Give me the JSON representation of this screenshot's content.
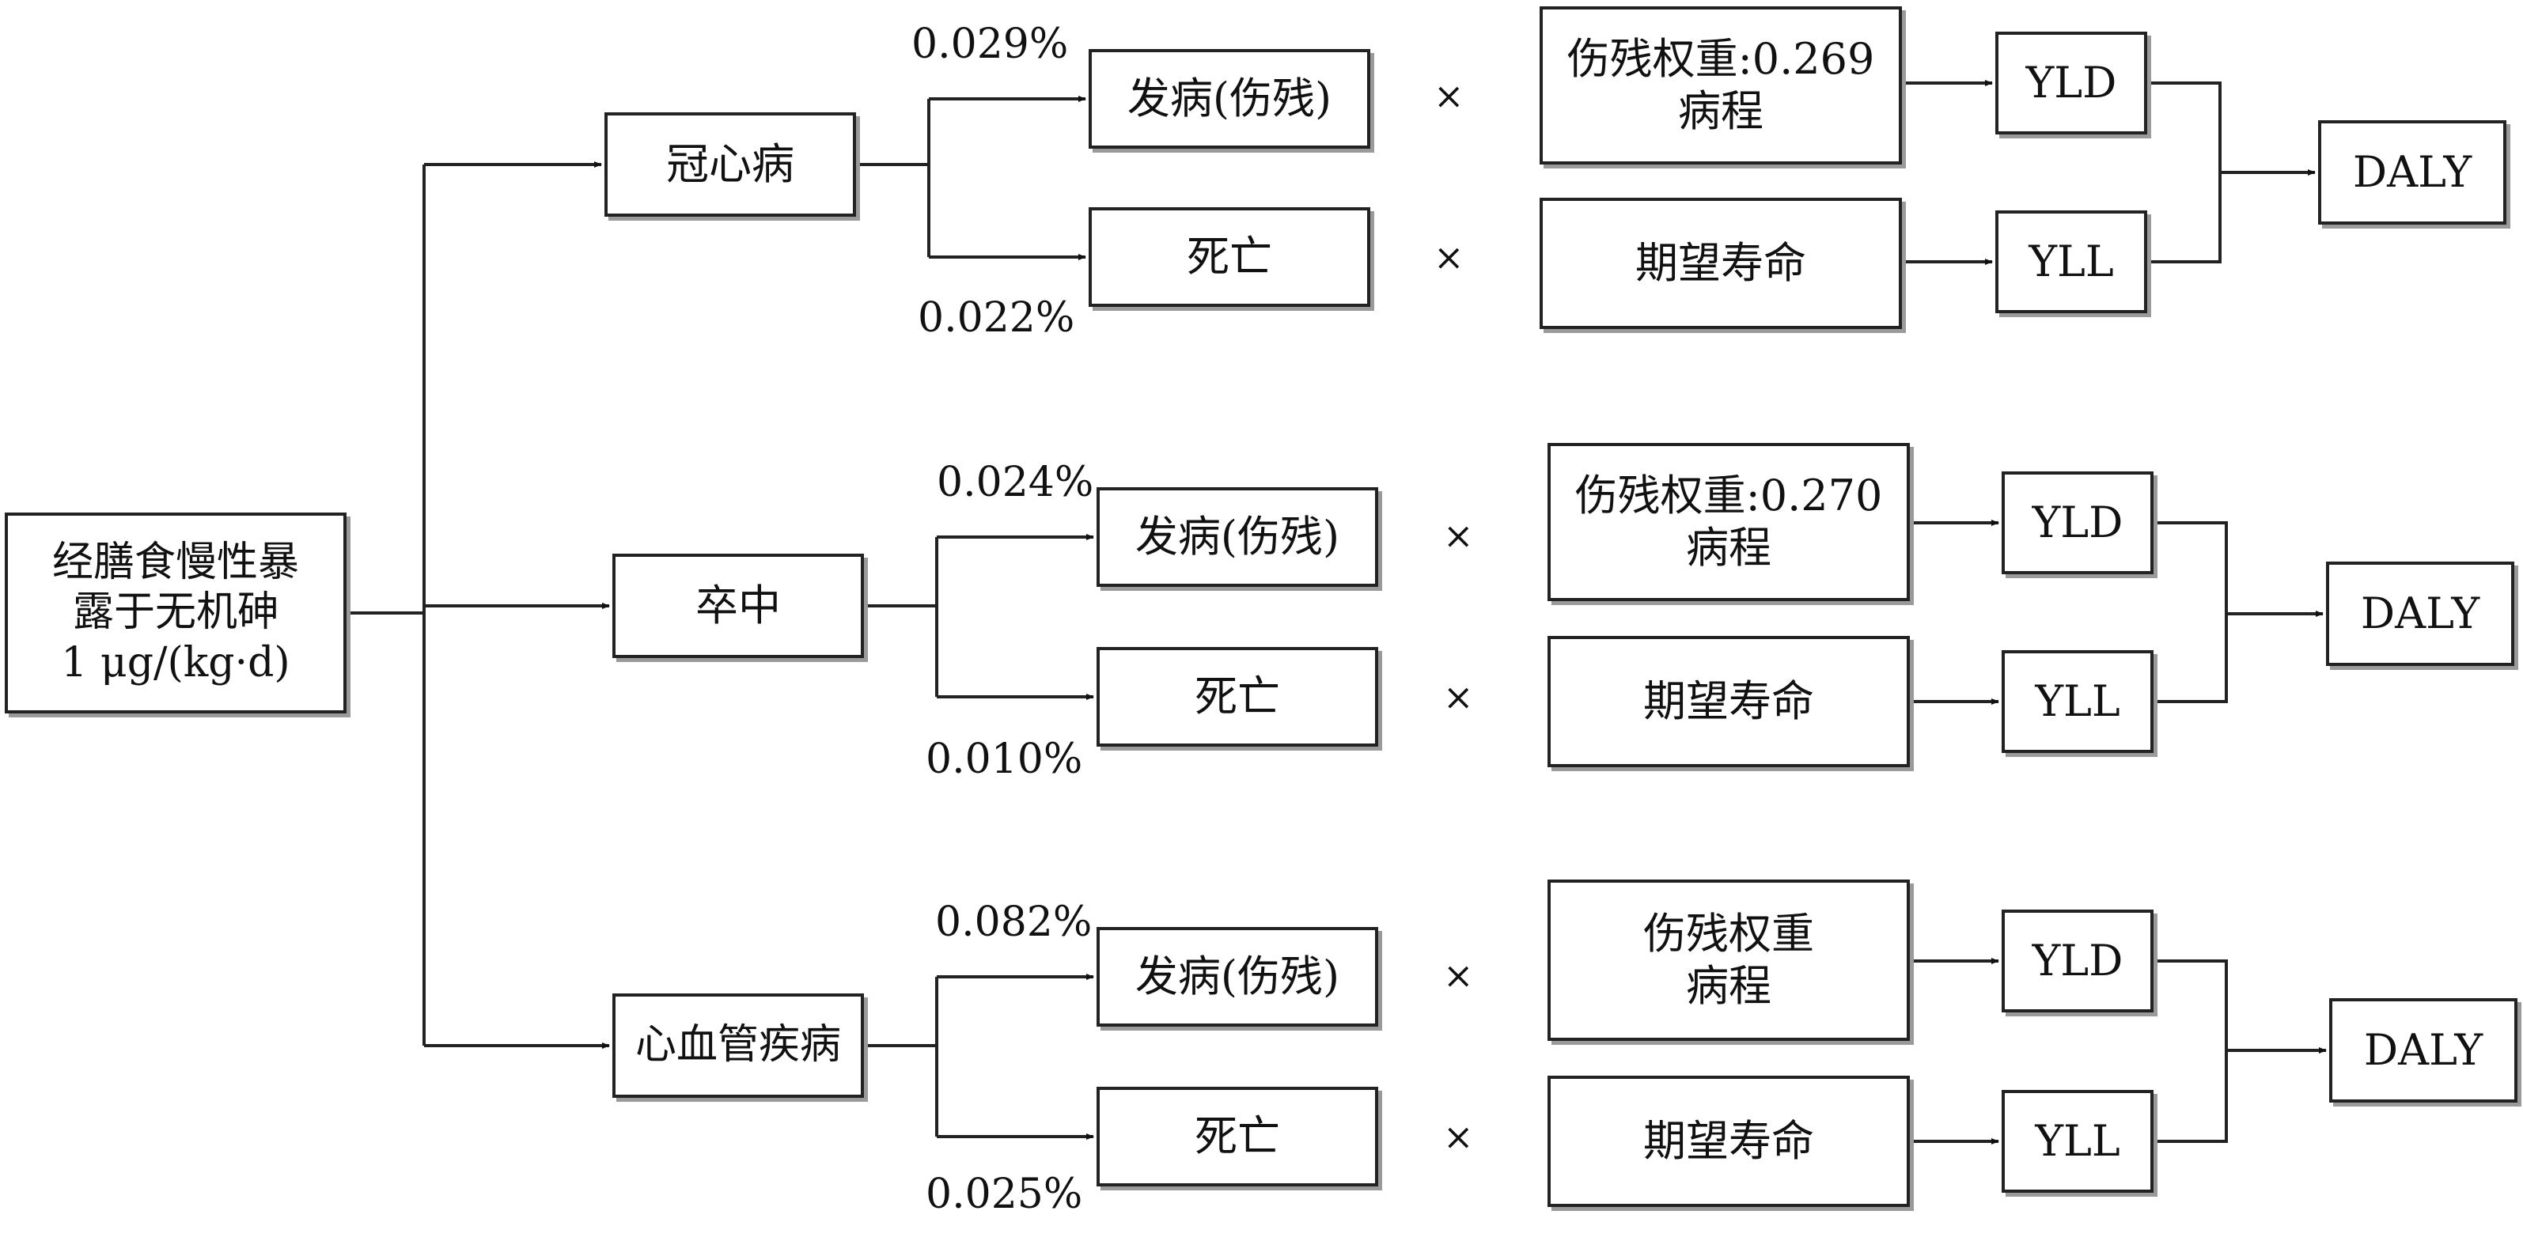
{
  "root": {
    "line1": "经膳食慢性暴",
    "line2": "露于无机砷",
    "line3": "1 μg/(kg·d)"
  },
  "branches": [
    {
      "disease": "冠心病",
      "incidence_pct": "0.029%",
      "mortality_pct": "0.022%",
      "incidence_label": "发病(伤残)",
      "death_label": "死亡",
      "times": "×",
      "weight_line1": "伤残权重:0.269",
      "weight_line2": "病程",
      "life_expectancy": "期望寿命",
      "yld": "YLD",
      "yll": "YLL",
      "daly": "DALY"
    },
    {
      "disease": "卒中",
      "incidence_pct": "0.024%",
      "mortality_pct": "0.010%",
      "incidence_label": "发病(伤残)",
      "death_label": "死亡",
      "times": "×",
      "weight_line1": "伤残权重:0.270",
      "weight_line2": "病程",
      "life_expectancy": "期望寿命",
      "yld": "YLD",
      "yll": "YLL",
      "daly": "DALY"
    },
    {
      "disease": "心血管疾病",
      "incidence_pct": "0.082%",
      "mortality_pct": "0.025%",
      "incidence_label": "发病(伤残)",
      "death_label": "死亡",
      "times": "×",
      "weight_line1": "伤残权重",
      "weight_line2": "病程",
      "life_expectancy": "期望寿命",
      "yld": "YLD",
      "yll": "YLL",
      "daly": "DALY"
    }
  ]
}
